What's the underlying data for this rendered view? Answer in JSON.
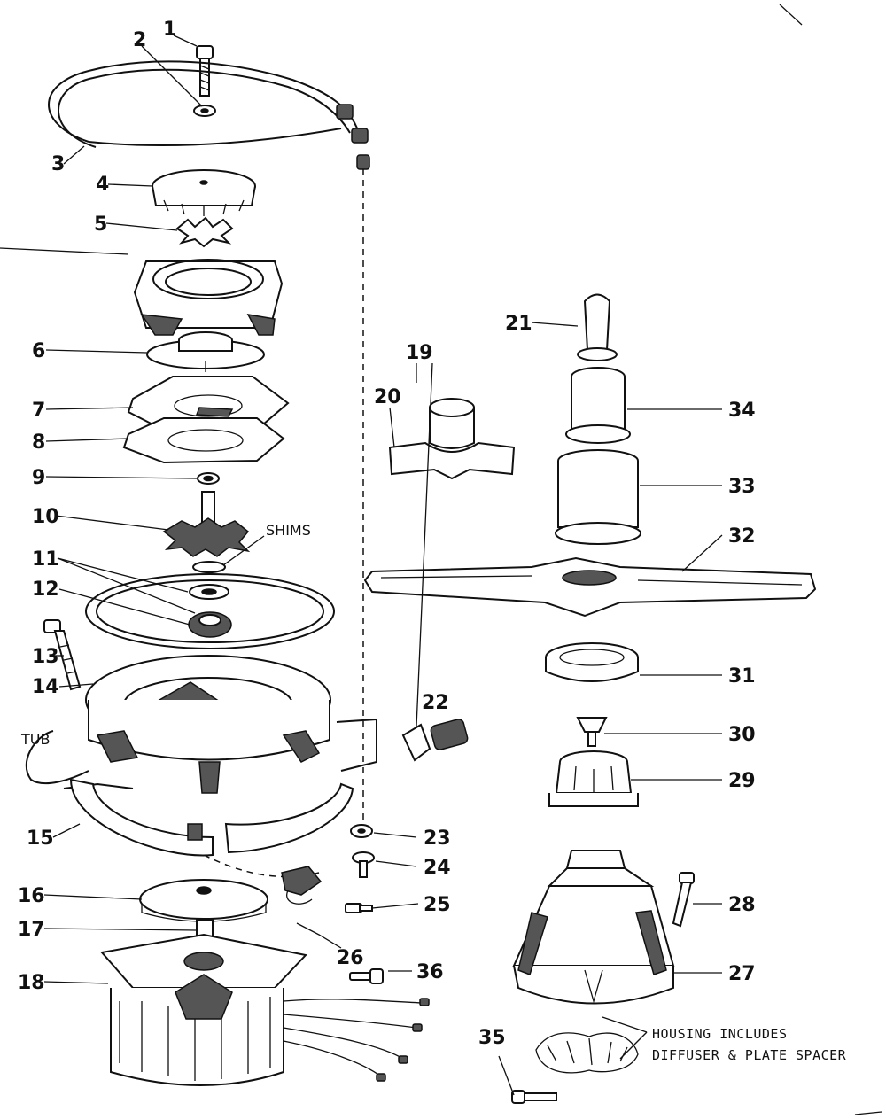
{
  "callouts": {
    "c1": "1",
    "c2": "2",
    "c3": "3",
    "c4": "4",
    "c5": "5",
    "c6": "6",
    "c7": "7",
    "c8": "8",
    "c9": "9",
    "c10": "10",
    "c11": "11",
    "c12": "12",
    "c13": "13",
    "c14": "14",
    "c15": "15",
    "c16": "16",
    "c17": "17",
    "c18": "18",
    "c19": "19",
    "c20": "20",
    "c21": "21",
    "c22": "22",
    "c23": "23",
    "c24": "24",
    "c25": "25",
    "c26": "26",
    "c27": "27",
    "c28": "28",
    "c29": "29",
    "c30": "30",
    "c31": "31",
    "c32": "32",
    "c33": "33",
    "c34": "34",
    "c35": "35",
    "c36": "36"
  },
  "labels": {
    "shims": "SHIMS",
    "tub": "TUB",
    "housing_note_line1": "HOUSING INCLUDES",
    "housing_note_line2": "DIFFUSER & PLATE SPACER"
  }
}
